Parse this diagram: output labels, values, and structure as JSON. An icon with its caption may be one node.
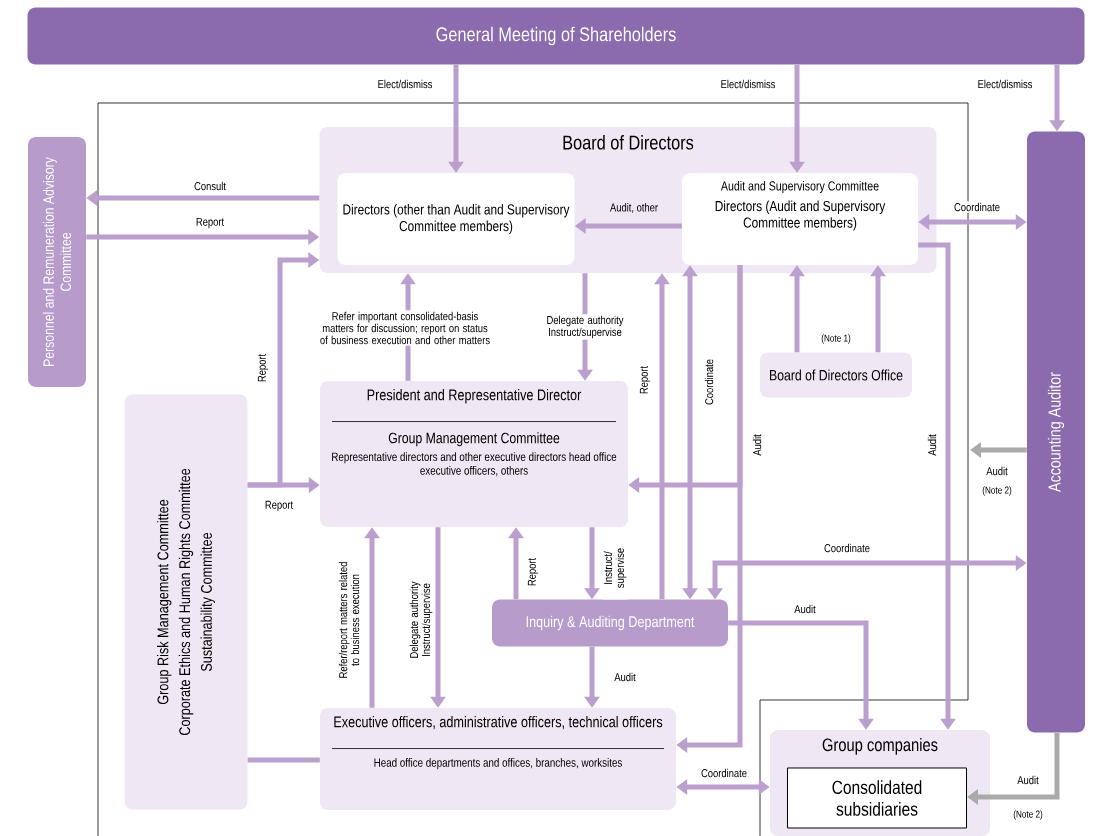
{
  "diagram": {
    "nodes": [
      {
        "text": [
          "General Meeting of Shareholders"
        ]
      },
      {
        "text": [
          "Board of Directors"
        ]
      },
      {
        "text": [
          "Directors (other than Audit and Supervisory Committee members)"
        ],
        "in": 1
      },
      {
        "text": [
          "Audit and Supervisory Committee",
          "Directors (Audit and Supervisory Committee members)"
        ],
        "in": 1
      },
      {
        "text": [
          "Personnel and Remuneration Advisory Committee"
        ]
      },
      {
        "text": [
          "Board of Directors Office"
        ],
        "beside": [
          "(Note 1)"
        ]
      },
      {
        "text": [
          "Group Risk Management Committee",
          "Corporate Ethics and Human Rights Committee",
          "Sustainability Committee"
        ]
      },
      {
        "text": [
          "President and Representative Director",
          "Group Management Committee",
          "Representative directors and other executive directors head office executive officers, others"
        ]
      },
      {
        "text": [
          "Inquiry & Auditing Department"
        ]
      },
      {
        "text": [
          "Executive officers, administrative officers, technical officers",
          "Head office departments and offices, branches, worksites"
        ]
      },
      {
        "text": [
          "Group companies"
        ]
      },
      {
        "text": [
          "Consolidated subsidiaries"
        ],
        "in": 10
      },
      {
        "text": [
          "Accounting Auditor"
        ]
      }
    ],
    "edges": [
      {
        "from": 0,
        "to": 2,
        "arrow": "to",
        "label": "Elect/dismiss"
      },
      {
        "from": 0,
        "to": 3,
        "arrow": "to",
        "label": "Elect/dismiss"
      },
      {
        "from": 0,
        "to": 12,
        "arrow": "to",
        "label": "Elect/dismiss"
      },
      {
        "from": 1,
        "to": 4,
        "arrow": "to",
        "label": "Consult"
      },
      {
        "from": 4,
        "to": 1,
        "arrow": "to",
        "label": "Report"
      },
      {
        "from": 3,
        "to": 2,
        "arrow": "to",
        "label": "Audit, other"
      },
      {
        "from": 3,
        "to": 12,
        "arrow": "both",
        "label": "Coordinate"
      },
      {
        "from": 7,
        "to": 1,
        "arrow": "to",
        "label": "Refer important consolidated-basis matters for discussion; report on status of business execution and other matters"
      },
      {
        "from": 1,
        "to": 7,
        "arrow": "to",
        "label": "Delegate authority Instruct/supervise"
      },
      {
        "from": 6,
        "to": 1,
        "arrow": "to",
        "label": "Report"
      },
      {
        "from": 6,
        "to": 7,
        "arrow": "to",
        "label": "Report"
      },
      {
        "from": 8,
        "to": 1,
        "arrow": "to",
        "label": "Report"
      },
      {
        "from": 3,
        "to": 8,
        "arrow": "both",
        "label": "Coordinate"
      },
      {
        "from": 3,
        "to": 7,
        "arrow": "to",
        "label": "Audit"
      },
      {
        "from": 3,
        "to": 9,
        "arrow": "to"
      },
      {
        "from": 5,
        "to": 3,
        "arrow": "to"
      },
      {
        "from": 5,
        "to": 3,
        "arrow": "to"
      },
      {
        "from": 3,
        "to": 10,
        "arrow": "to",
        "label": "Audit"
      },
      {
        "from": 12,
        "to": null,
        "arrow": "to",
        "label": "Audit",
        "color": "#aaaaaa"
      },
      {
        "from": 7,
        "to": 8,
        "arrow": "to",
        "label": "Instruct/ supervise"
      },
      {
        "from": 8,
        "to": 7,
        "arrow": "to",
        "label": "Report"
      },
      {
        "from": 9,
        "to": 7,
        "arrow": "to",
        "label": "Refer/report matters related to business execution"
      },
      {
        "from": 7,
        "to": 9,
        "arrow": "to",
        "label": "Delegate authority Instruct/supervise"
      },
      {
        "from": 8,
        "to": 9,
        "arrow": "to",
        "label": "Audit"
      },
      {
        "from": 12,
        "to": 8,
        "arrow": "both",
        "label": "Coordinate"
      },
      {
        "from": 8,
        "to": 10,
        "arrow": "to",
        "label": "Audit"
      },
      {
        "from": 9,
        "to": 10,
        "arrow": "both",
        "label": "Coordinate"
      },
      {
        "from": 12,
        "to": 11,
        "arrow": "to",
        "label": "Audit",
        "color": "#aaaaaa"
      },
      {
        "from": 6,
        "to": 9,
        "arrow": "none"
      }
    ],
    "labels": [
      "(Note 2)",
      "(Note 2)"
    ]
  }
}
